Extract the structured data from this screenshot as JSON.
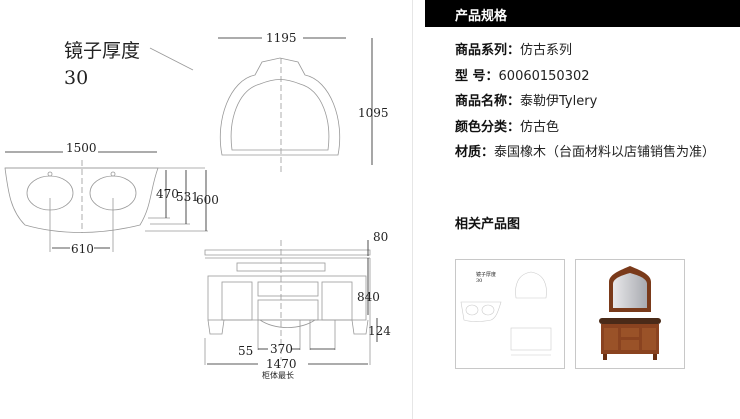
{
  "drawing": {
    "mirror_note_line1": "镜子厚度",
    "mirror_note_line2": "30",
    "mirror_width": "1195",
    "mirror_height": "1095",
    "top_width": "1500",
    "depth_1": "470",
    "depth_2": "531",
    "depth_3": "600",
    "sink_spacing": "610",
    "top_thickness": "80",
    "cabinet_height": "840",
    "leg_height": "124",
    "leg_offset": "55",
    "center_width": "370",
    "cabinet_width": "1470",
    "cabinet_width_note": "柜体最长"
  },
  "spec": {
    "title": "产品规格",
    "rows": [
      {
        "label": "商品系列：",
        "value": "仿古系列"
      },
      {
        "label": "型 号：",
        "value": "60060150302"
      },
      {
        "label": "商品名称：",
        "value": "泰勒伊Tylery"
      },
      {
        "label": "颜色分类：",
        "value": "仿古色"
      },
      {
        "label": "材质：",
        "value": "泰国橡木（台面材料以店铺销售为准）"
      }
    ]
  },
  "related": {
    "title": "相关产品图"
  }
}
